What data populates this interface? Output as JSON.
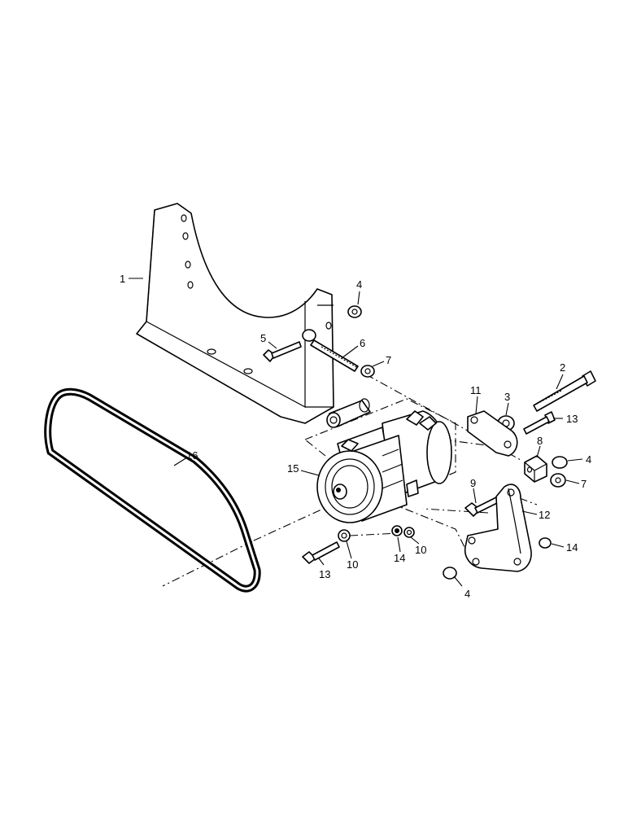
{
  "callouts": [
    {
      "id": "1",
      "part": "mounting-bracket"
    },
    {
      "id": "2",
      "part": "long-bolt"
    },
    {
      "id": "3",
      "part": "spacer"
    },
    {
      "id": "4",
      "part": "nut"
    },
    {
      "id": "5",
      "part": "bolt"
    },
    {
      "id": "6",
      "part": "adjusting-rod"
    },
    {
      "id": "7",
      "part": "nut"
    },
    {
      "id": "8",
      "part": "block"
    },
    {
      "id": "9",
      "part": "bolt"
    },
    {
      "id": "10",
      "part": "washer"
    },
    {
      "id": "11",
      "part": "strap"
    },
    {
      "id": "12",
      "part": "support-bracket"
    },
    {
      "id": "13",
      "part": "bolt"
    },
    {
      "id": "14",
      "part": "nut"
    },
    {
      "id": "15",
      "part": "compressor"
    },
    {
      "id": "16",
      "part": "drive-belt"
    }
  ]
}
